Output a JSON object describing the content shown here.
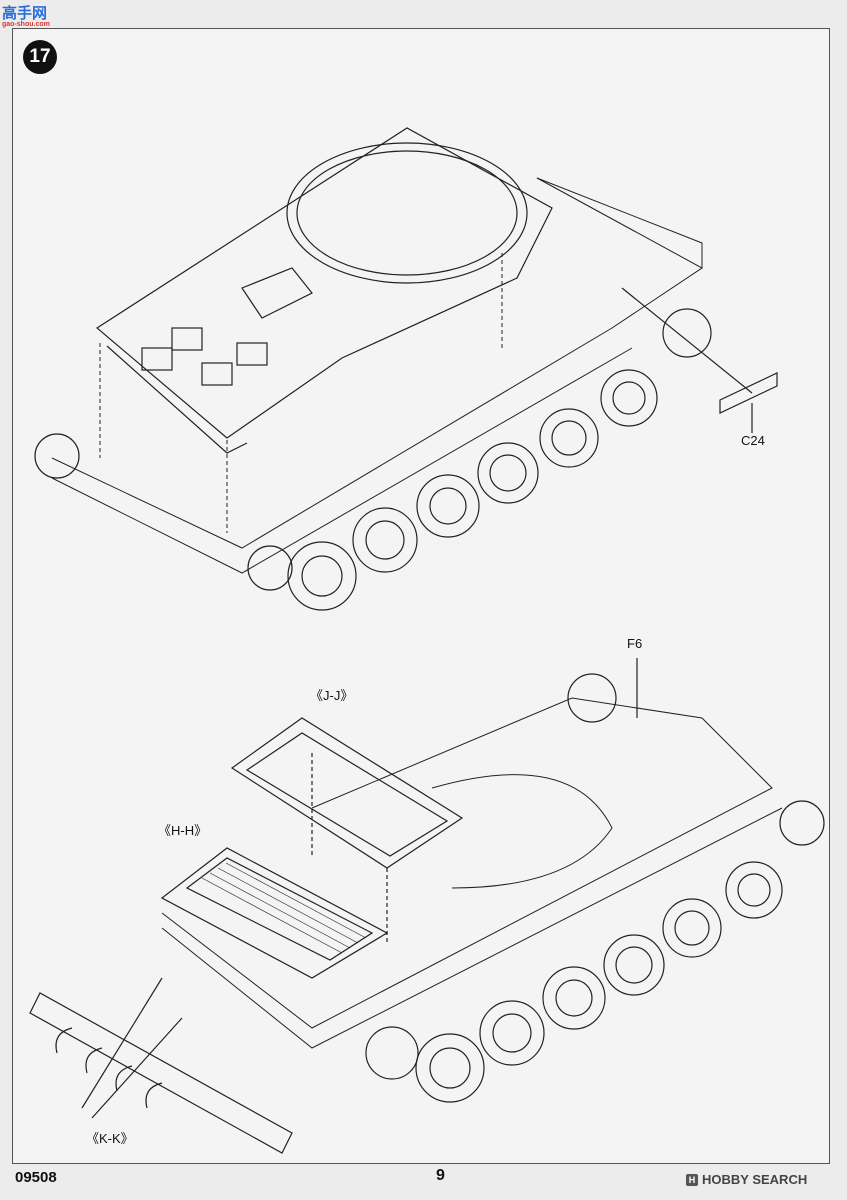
{
  "watermark": {
    "text": "高手网",
    "url": "gao-shou.com"
  },
  "step": {
    "number": "17"
  },
  "labels": {
    "c24": "C24",
    "f6": "F6",
    "jj": "《J-J》",
    "hh": "《H-H》",
    "kk": "《K-K》"
  },
  "footer": {
    "code": "09508",
    "page": "9",
    "brand": "HOBBY SEARCH",
    "brand_icon": "hobby-search-logo-icon"
  },
  "colors": {
    "line": "#222222",
    "paper": "#f4f4f4",
    "badge": "#111111"
  }
}
